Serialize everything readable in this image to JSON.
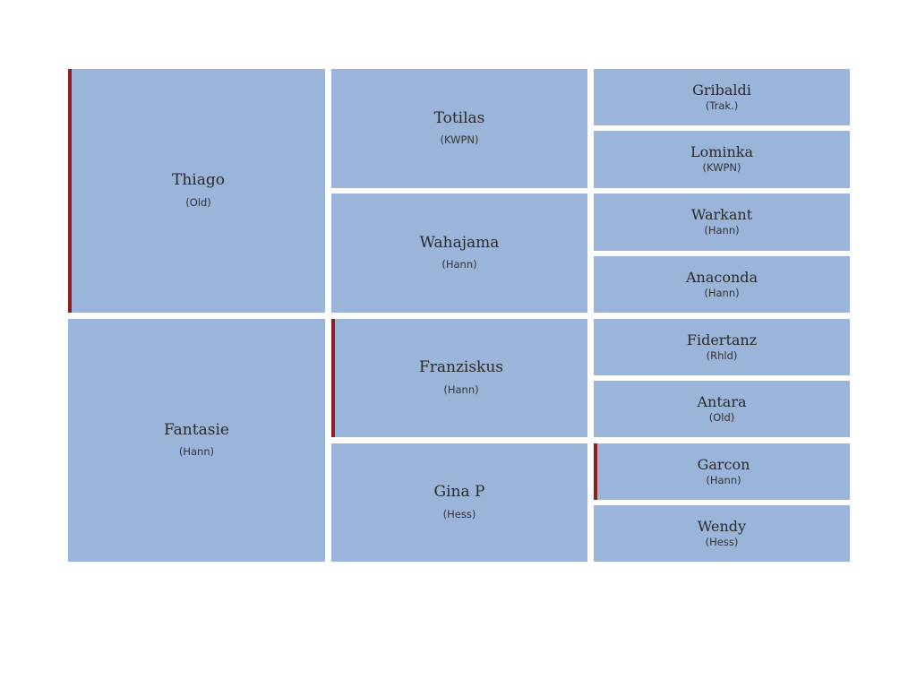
{
  "accent_colors": {
    "cell_fill": "#9bb4da",
    "marker": "#8f1f1f",
    "background": "#ffffff"
  },
  "pedigree": {
    "generation_1": [
      {
        "name": "Thiago",
        "breed": "(Old)",
        "marked": true
      },
      {
        "name": "Fantasie",
        "breed": "(Hann)",
        "marked": false
      }
    ],
    "generation_2": [
      {
        "name": "Totilas",
        "breed": "(KWPN)",
        "marked": false
      },
      {
        "name": "Wahajama",
        "breed": "(Hann)",
        "marked": false
      },
      {
        "name": "Franziskus",
        "breed": "(Hann)",
        "marked": true
      },
      {
        "name": "Gina P",
        "breed": "(Hess)",
        "marked": false
      }
    ],
    "generation_3": [
      {
        "name": "Gribaldi",
        "breed": "(Trak.)",
        "marked": false
      },
      {
        "name": "Lominka",
        "breed": "(KWPN)",
        "marked": false
      },
      {
        "name": "Warkant",
        "breed": "(Hann)",
        "marked": false
      },
      {
        "name": "Anaconda",
        "breed": "(Hann)",
        "marked": false
      },
      {
        "name": "Fidertanz",
        "breed": "(Rhld)",
        "marked": false
      },
      {
        "name": "Antara",
        "breed": "(Old)",
        "marked": false
      },
      {
        "name": "Garcon",
        "breed": "(Hann)",
        "marked": true
      },
      {
        "name": "Wendy",
        "breed": "(Hess)",
        "marked": false
      }
    ]
  }
}
